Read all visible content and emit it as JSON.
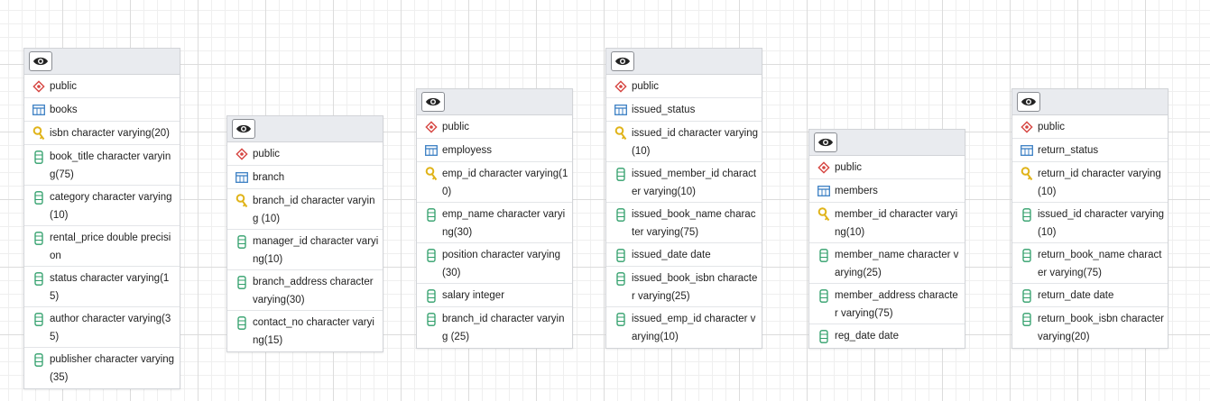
{
  "colors": {
    "schema": "#d64541",
    "table": "#3b7fc4",
    "key": "#e0b318",
    "column": "#2f9f6a"
  },
  "tables": [
    {
      "schema": "public",
      "name": "books",
      "columns": [
        {
          "text": "isbn character varying(20)",
          "kind": "key"
        },
        {
          "text": "book_title character varying(75)",
          "kind": "column"
        },
        {
          "text": "category character varying (10)",
          "kind": "column"
        },
        {
          "text": "rental_price double precision",
          "kind": "column"
        },
        {
          "text": "status character varying(15)",
          "kind": "column"
        },
        {
          "text": "author character varying(35)",
          "kind": "column"
        },
        {
          "text": "publisher character varying (35)",
          "kind": "column"
        }
      ]
    },
    {
      "schema": "public",
      "name": "branch",
      "columns": [
        {
          "text": "branch_id character varying (10)",
          "kind": "key"
        },
        {
          "text": "manager_id character varying(10)",
          "kind": "column"
        },
        {
          "text": "branch_address character varying(30)",
          "kind": "column"
        },
        {
          "text": "contact_no character varying(15)",
          "kind": "column"
        }
      ]
    },
    {
      "schema": "public",
      "name": "employess",
      "columns": [
        {
          "text": "emp_id character varying(10)",
          "kind": "key"
        },
        {
          "text": "emp_name character varying(30)",
          "kind": "column"
        },
        {
          "text": "position character varying (30)",
          "kind": "column"
        },
        {
          "text": "salary integer",
          "kind": "column"
        },
        {
          "text": "branch_id character varying (25)",
          "kind": "column"
        }
      ]
    },
    {
      "schema": "public",
      "name": "issued_status",
      "columns": [
        {
          "text": "issued_id character varying (10)",
          "kind": "key"
        },
        {
          "text": "issued_member_id character varying(10)",
          "kind": "column"
        },
        {
          "text": "issued_book_name character varying(75)",
          "kind": "column"
        },
        {
          "text": "issued_date date",
          "kind": "column"
        },
        {
          "text": "issued_book_isbn character varying(25)",
          "kind": "column"
        },
        {
          "text": "issued_emp_id character varying(10)",
          "kind": "column"
        }
      ]
    },
    {
      "schema": "public",
      "name": "members",
      "columns": [
        {
          "text": "member_id character varying(10)",
          "kind": "key"
        },
        {
          "text": "member_name character varying(25)",
          "kind": "column"
        },
        {
          "text": "member_address character varying(75)",
          "kind": "column"
        },
        {
          "text": "reg_date date",
          "kind": "column"
        }
      ]
    },
    {
      "schema": "public",
      "name": "return_status",
      "columns": [
        {
          "text": "return_id character varying (10)",
          "kind": "key"
        },
        {
          "text": "issued_id character varying (10)",
          "kind": "column"
        },
        {
          "text": "return_book_name character varying(75)",
          "kind": "column"
        },
        {
          "text": "return_date date",
          "kind": "column"
        },
        {
          "text": "return_book_isbn character varying(20)",
          "kind": "column"
        }
      ]
    }
  ]
}
